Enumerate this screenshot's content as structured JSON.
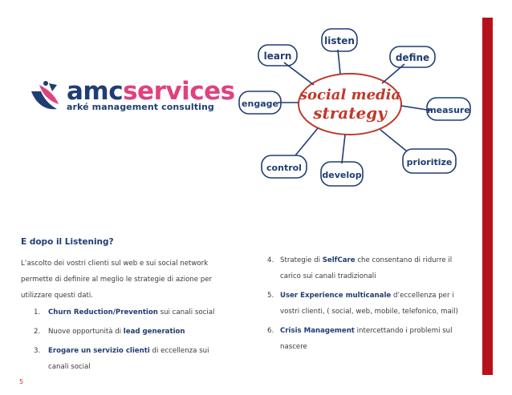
{
  "logo": {
    "amc": "amc",
    "services": "services",
    "tagline": "arké management consulting"
  },
  "mindmap": {
    "center_line1": "social media",
    "center_line2": "strategy",
    "nodes": [
      "learn",
      "listen",
      "define",
      "engage",
      "measure",
      "control",
      "develop",
      "prioritize"
    ]
  },
  "heading": "E dopo il Listening?",
  "intro": "L’ascolto dei vostri clienti sul web e sui social network permette di definire al meglio le strategie di azione per utilizzare questi dati.",
  "left_items": [
    {
      "num": "1.",
      "bold": "Churn Reduction/Prevention",
      "rest": " sui canali social"
    },
    {
      "num": "2.",
      "pre": "Nuove opportunità di ",
      "bold": "lead generation"
    },
    {
      "num": "3.",
      "bold": "Erogare un servizio clienti",
      "rest": " di eccellenza sui canali social"
    }
  ],
  "right_items": [
    {
      "num": "4.",
      "pre": "Strategie di ",
      "bold": "SelfCare",
      "rest": " che consentano di ridurre il carico sui canali tradizionali"
    },
    {
      "num": "5.",
      "bold": "User Experience multicanale",
      "rest": " d’eccellenza per i vostri clienti, ( social, web, mobile, telefonico, mail)"
    },
    {
      "num": "6.",
      "bold": "Crisis Management",
      "rest": " intercettando i problemi sul nascere"
    }
  ],
  "page_number": "5",
  "colors": {
    "accent_red": "#b5121b",
    "navy": "#1f3d73",
    "pink": "#e0417f"
  }
}
